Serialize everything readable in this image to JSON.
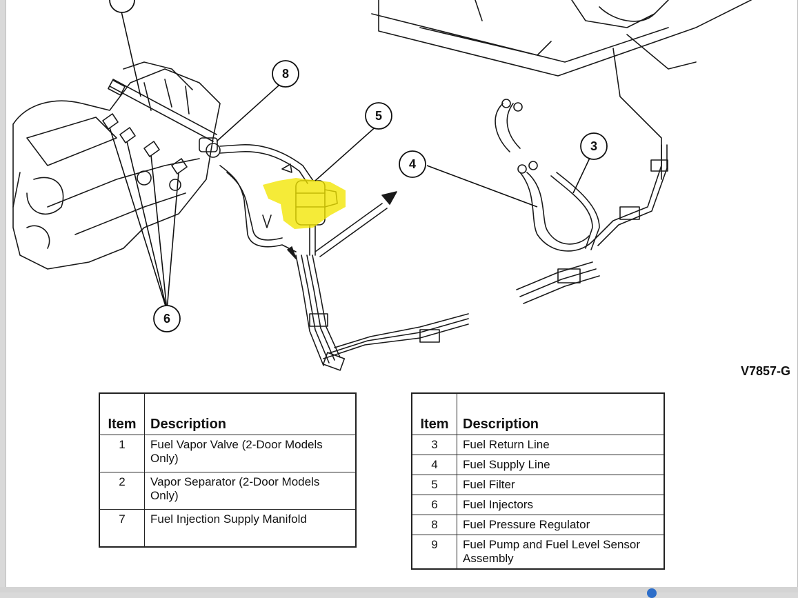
{
  "figure_code": "V7857-G",
  "callouts": [
    "3",
    "4",
    "5",
    "6",
    "8"
  ],
  "highlight_color": "#f2e600",
  "table_left": {
    "headers": [
      "Item",
      "Description"
    ],
    "rows": [
      {
        "item": "1",
        "description": "Fuel Vapor Valve (2-Door Models Only)"
      },
      {
        "item": "2",
        "description": "Vapor Separator (2-Door Models Only)"
      },
      {
        "item": "7",
        "description": "Fuel Injection Supply Manifold"
      }
    ]
  },
  "table_right": {
    "headers": [
      "Item",
      "Description"
    ],
    "rows": [
      {
        "item": "3",
        "description": "Fuel Return Line"
      },
      {
        "item": "4",
        "description": "Fuel Supply Line"
      },
      {
        "item": "5",
        "description": "Fuel Filter"
      },
      {
        "item": "6",
        "description": "Fuel Injectors"
      },
      {
        "item": "8",
        "description": "Fuel Pressure Regulator"
      },
      {
        "item": "9",
        "description": "Fuel Pump and Fuel Level Sensor Assembly"
      }
    ]
  }
}
